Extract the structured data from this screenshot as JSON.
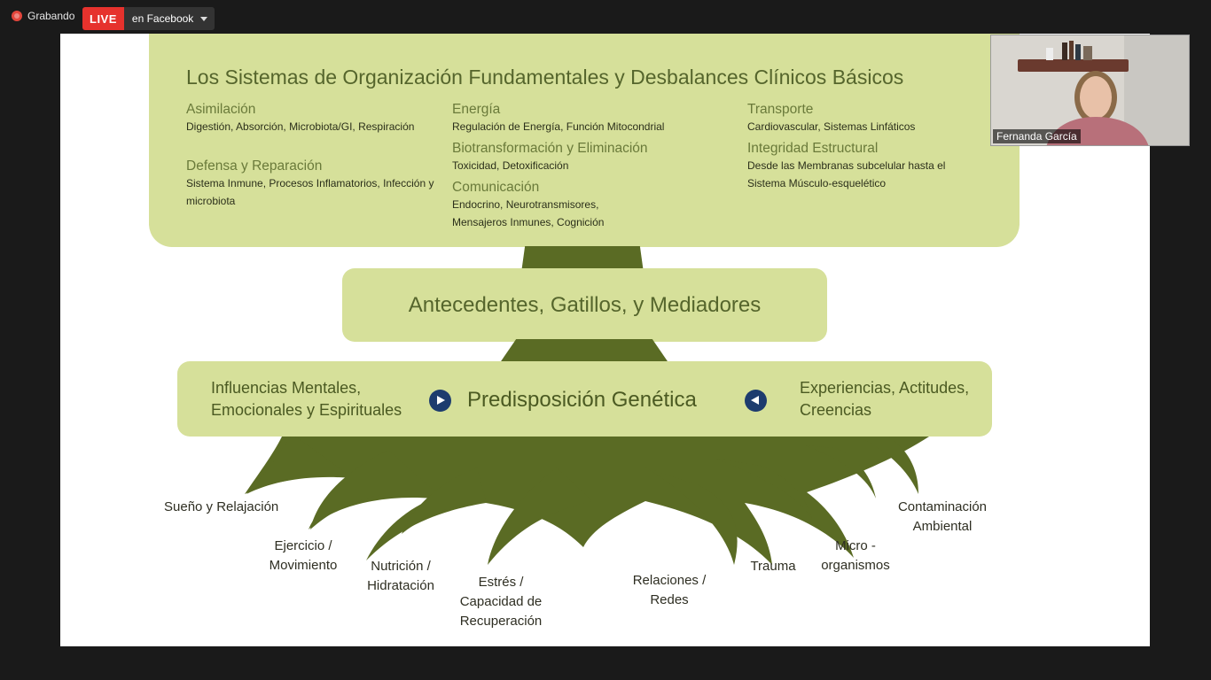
{
  "meeting": {
    "recording_label": "Grabando",
    "live_badge": "LIVE",
    "live_destination": "en Facebook",
    "participant_name": "Fernanda García"
  },
  "slide": {
    "title": "Los Sistemas de Organización Fundamentales y Desbalances Clínicos Básicos",
    "categories": [
      {
        "heading": "Asimilación",
        "detail": "Digestión, Absorción, Microbiota/GI, Respiración"
      },
      {
        "heading": "Defensa y Reparación",
        "detail": "Sistema Inmune, Procesos Inflamatorios, Infección y microbiota"
      },
      {
        "heading": "Energía",
        "detail": "Regulación de Energía, Función Mitocondrial"
      },
      {
        "heading": "Biotransformación y Eliminación",
        "detail": "Toxicidad, Detoxificación"
      },
      {
        "heading": "Comunicación",
        "detail": "Endocrino, Neurotransmisores, Mensajeros Inmunes, Cognición"
      },
      {
        "heading": "Transporte",
        "detail": "Cardiovascular, Sistemas Linfáticos"
      },
      {
        "heading": "Integridad Estructural",
        "detail": "Desde las Membranas subcelular hasta el Sistema Músculo-esquelético"
      }
    ],
    "middle_label": "Antecedentes, Gatillos, y Mediadores",
    "genetic_label": "Predisposición Genética",
    "left_influence": "Influencias Mentales, Emocionales y Espirituales",
    "right_influence": "Experiencias, Actitudes, Creencias",
    "roots": [
      "Sueño y Relajación",
      "Ejercicio / Movimiento",
      "Nutrición / Hidratación",
      "Estrés / Capacidad de Recuperación",
      "Relaciones / Redes",
      "Trauma",
      "Micro - organismos",
      "Contaminación Ambiental"
    ]
  },
  "colors": {
    "box_fill": "#d6e09a",
    "tree_dark": "#5a6b24",
    "live_red": "#e6322d",
    "arrow_blue": "#1d3c6e"
  }
}
